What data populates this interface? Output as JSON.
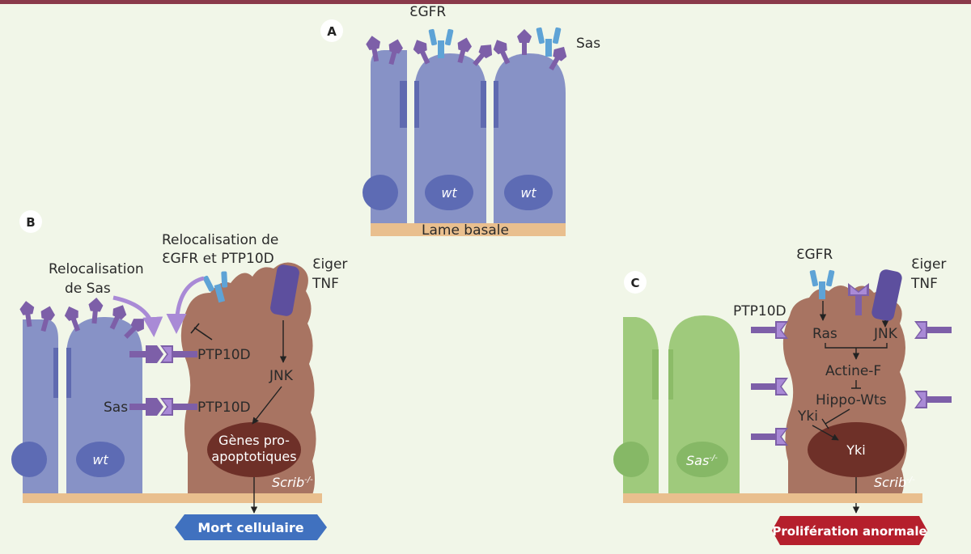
{
  "colors": {
    "background": "#f1f6e8",
    "top_bar": "#8a3a4a",
    "wt_cell": "#8792c6",
    "wt_nucleus": "#5d6bb4",
    "junction": "#5f6ab0",
    "mutant_sas_cell": "#9fca7c",
    "scrib_cell": "#a87462",
    "scrib_nucleus": "#6e3028",
    "basal_membrane": "#e9bf8e",
    "sas_protein": "#7d5fa8",
    "egfr": "#5ea3d6",
    "eiger": "#5d4f9e",
    "mort_label": "#4071bf",
    "proliferation_label": "#b51f2c"
  },
  "panels": {
    "a": {
      "letter": "A",
      "egfr": "ƐGFR",
      "sas": "Sas",
      "wt1": "wt",
      "wt2": "wt",
      "basal": "Lame basale"
    },
    "b": {
      "letter": "B",
      "reloc_sas_1": "Relocalisation",
      "reloc_sas_2": "de Sas",
      "reloc_egfr_1": "Relocalisation de",
      "reloc_egfr_2": "ƐGFR et PTP10D",
      "eiger_1": "Ɛiger",
      "eiger_2": "TNF",
      "ptp10d_top": "PTP10D",
      "ptp10d_bottom": "PTP10D",
      "sas": "Sas",
      "jnk": "JNK",
      "genes_1": "Gènes pro-",
      "genes_2": "apoptotiques",
      "wt": "wt",
      "scrib": "Scrib",
      "scrib_sup": "-/-",
      "outcome": "Mort cellulaire"
    },
    "c": {
      "letter": "C",
      "egfr": "ƐGFR",
      "eiger_1": "Ɛiger",
      "eiger_2": "TNF",
      "ptp10d": "PTP10D",
      "ras": "Ras",
      "jnk": "JNK",
      "actine": "Actine-F",
      "hippo": "Hippo-Wts",
      "yki_small": "Yki",
      "yki_nucleus": "Yki",
      "sas_mut": "Sas",
      "sas_sup": "-/-",
      "scrib": "Scrib",
      "scrib_sup": "-/-",
      "outcome": "Prolifération anormale"
    }
  }
}
